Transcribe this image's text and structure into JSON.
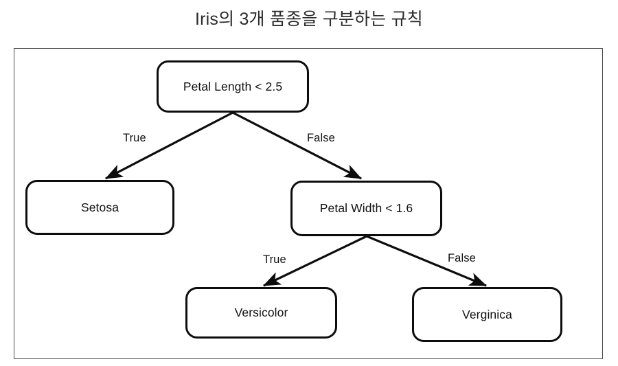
{
  "figure": {
    "title": "Iris의 3개 품종을 구분하는 규칙",
    "type": "decision-tree-diagram",
    "frame": {
      "border_color": "#4a4a4a"
    },
    "node_style": {
      "border_color": "#0d0d0d",
      "fill": "#ffffff",
      "shape": "rounded-rectangle"
    },
    "nodes": [
      {
        "id": "root",
        "label": "Petal Length < 2.5",
        "role": "decision"
      },
      {
        "id": "setosa",
        "label": "Setosa",
        "role": "leaf"
      },
      {
        "id": "petalwidth",
        "label": "Petal Width < 1.6",
        "role": "decision"
      },
      {
        "id": "versicolor",
        "label": "Versicolor",
        "role": "leaf"
      },
      {
        "id": "verginica",
        "label": "Verginica",
        "role": "leaf"
      }
    ],
    "edges": [
      {
        "from": "root",
        "to": "setosa",
        "label": "True"
      },
      {
        "from": "root",
        "to": "petalwidth",
        "label": "False"
      },
      {
        "from": "petalwidth",
        "to": "versicolor",
        "label": "True"
      },
      {
        "from": "petalwidth",
        "to": "verginica",
        "label": "False"
      }
    ]
  }
}
